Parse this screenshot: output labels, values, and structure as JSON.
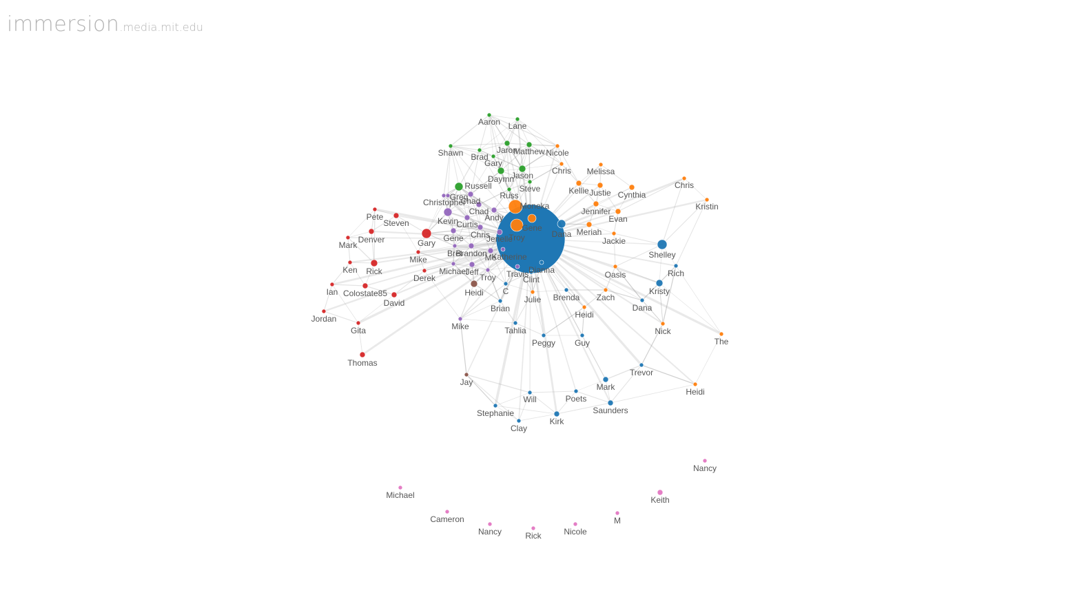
{
  "header": {
    "brand_main": "immersion",
    "brand_sub": ".media.mit.edu"
  },
  "legend_colors": {
    "blue": "#1f77b4",
    "orange": "#ff7f0e",
    "green": "#2ca02c",
    "red": "#d62728",
    "purple": "#9467bd",
    "brown": "#8c564b",
    "pink": "#e377c2"
  },
  "network": {
    "center_label": "",
    "nodes": [
      {
        "label": "Aaron",
        "c": "green"
      },
      {
        "label": "Lane",
        "c": "green"
      },
      {
        "label": "Shawn",
        "c": "green"
      },
      {
        "label": "Brad",
        "c": "green"
      },
      {
        "label": "Jaron",
        "c": "green"
      },
      {
        "label": "Matthew",
        "c": "green"
      },
      {
        "label": "Gary",
        "c": "green"
      },
      {
        "label": "Jason",
        "c": "green"
      },
      {
        "label": "Daymn",
        "c": "green"
      },
      {
        "label": "Russell",
        "c": "green"
      },
      {
        "label": "Steve",
        "c": "green"
      },
      {
        "label": "Russ",
        "c": "green"
      },
      {
        "label": "Nicole",
        "c": "orange"
      },
      {
        "label": "Chris",
        "c": "orange"
      },
      {
        "label": "Melissa",
        "c": "orange"
      },
      {
        "label": "Kellie",
        "c": "orange"
      },
      {
        "label": "Justie",
        "c": "orange"
      },
      {
        "label": "Cynthia",
        "c": "orange"
      },
      {
        "label": "Chris",
        "c": "orange"
      },
      {
        "label": "Kristin",
        "c": "orange"
      },
      {
        "label": "Jennifer",
        "c": "orange"
      },
      {
        "label": "Evan",
        "c": "orange"
      },
      {
        "label": "Meriah",
        "c": "orange"
      },
      {
        "label": "Jackie",
        "c": "orange"
      },
      {
        "label": "Moneka",
        "c": "orange"
      },
      {
        "label": "Gene",
        "c": "orange"
      },
      {
        "label": "Troy",
        "c": "orange"
      },
      {
        "label": "Oasis",
        "c": "orange"
      },
      {
        "label": "Zach",
        "c": "orange"
      },
      {
        "label": "Heidi",
        "c": "orange"
      },
      {
        "label": "Julie",
        "c": "orange"
      },
      {
        "label": "Nick",
        "c": "orange"
      },
      {
        "label": "The",
        "c": "orange"
      },
      {
        "label": "Heidi",
        "c": "orange"
      },
      {
        "label": "Greg",
        "c": "purple"
      },
      {
        "label": "Christopher",
        "c": "purple"
      },
      {
        "label": "Chad",
        "c": "purple"
      },
      {
        "label": "Chad",
        "c": "purple"
      },
      {
        "label": "Kevin",
        "c": "purple"
      },
      {
        "label": "Curtis",
        "c": "purple"
      },
      {
        "label": "Andy",
        "c": "purple"
      },
      {
        "label": "Chris",
        "c": "purple"
      },
      {
        "label": "Jenelle",
        "c": "purple"
      },
      {
        "label": "Gene",
        "c": "purple"
      },
      {
        "label": "Bret",
        "c": "purple"
      },
      {
        "label": "Brandon",
        "c": "purple"
      },
      {
        "label": "Me",
        "c": "purple"
      },
      {
        "label": "Katherine",
        "c": "purple"
      },
      {
        "label": "Michael",
        "c": "purple"
      },
      {
        "label": "Jeff",
        "c": "purple"
      },
      {
        "label": "Troy",
        "c": "purple"
      },
      {
        "label": "Travis",
        "c": "purple"
      },
      {
        "label": "Mike",
        "c": "purple"
      },
      {
        "label": "Pete",
        "c": "red"
      },
      {
        "label": "Steven",
        "c": "red"
      },
      {
        "label": "Mark",
        "c": "red"
      },
      {
        "label": "Denver",
        "c": "red"
      },
      {
        "label": "Gary",
        "c": "red"
      },
      {
        "label": "Mike",
        "c": "red"
      },
      {
        "label": "Ken",
        "c": "red"
      },
      {
        "label": "Rick",
        "c": "red"
      },
      {
        "label": "Derek",
        "c": "red"
      },
      {
        "label": "Ian",
        "c": "red"
      },
      {
        "label": "Colostate85",
        "c": "red"
      },
      {
        "label": "David",
        "c": "red"
      },
      {
        "label": "Jordan",
        "c": "red"
      },
      {
        "label": "Gita",
        "c": "red"
      },
      {
        "label": "Thomas",
        "c": "red"
      },
      {
        "label": "Heidi",
        "c": "brown"
      },
      {
        "label": "Jay",
        "c": "brown"
      },
      {
        "label": "Dana",
        "c": "blue"
      },
      {
        "label": "Dianna",
        "c": "blue"
      },
      {
        "label": "Clint",
        "c": "blue"
      },
      {
        "label": "C",
        "c": "blue"
      },
      {
        "label": "Brian",
        "c": "blue"
      },
      {
        "label": "Brenda",
        "c": "blue"
      },
      {
        "label": "Tahlia",
        "c": "blue"
      },
      {
        "label": "Peggy",
        "c": "blue"
      },
      {
        "label": "Guy",
        "c": "blue"
      },
      {
        "label": "Shelley",
        "c": "blue"
      },
      {
        "label": "Rich",
        "c": "blue"
      },
      {
        "label": "Kristy",
        "c": "blue"
      },
      {
        "label": "Dana",
        "c": "blue"
      },
      {
        "label": "Trevor",
        "c": "blue"
      },
      {
        "label": "Mark",
        "c": "blue"
      },
      {
        "label": "Saunders",
        "c": "blue"
      },
      {
        "label": "Poets",
        "c": "blue"
      },
      {
        "label": "Will",
        "c": "blue"
      },
      {
        "label": "Stephanie",
        "c": "blue"
      },
      {
        "label": "Clay",
        "c": "blue"
      },
      {
        "label": "Kirk",
        "c": "blue"
      },
      {
        "label": "Nancy",
        "c": "pink"
      },
      {
        "label": "Keith",
        "c": "pink"
      },
      {
        "label": "M",
        "c": "pink"
      },
      {
        "label": "Michael",
        "c": "pink"
      },
      {
        "label": "Cameron",
        "c": "pink"
      },
      {
        "label": "Nancy",
        "c": "pink"
      },
      {
        "label": "Rick",
        "c": "pink"
      },
      {
        "label": "Nicole",
        "c": "pink"
      }
    ]
  }
}
